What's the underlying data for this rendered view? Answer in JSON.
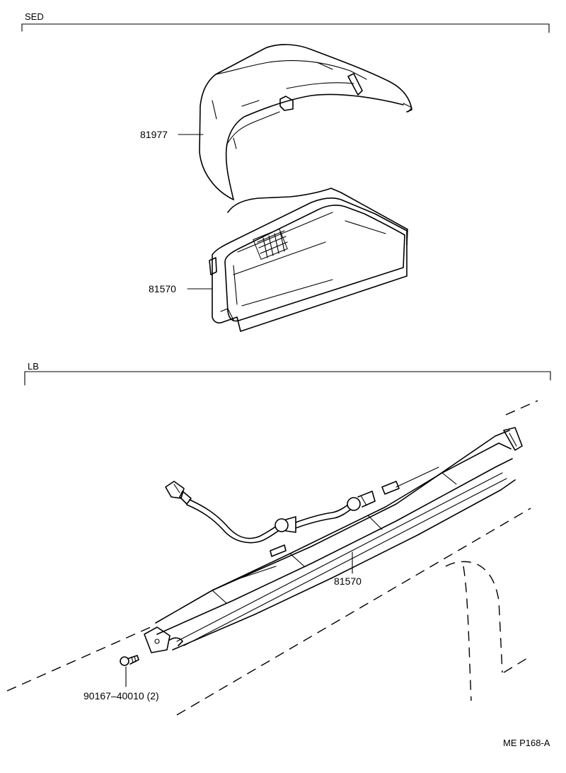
{
  "sections": {
    "sed": "SED",
    "lb": "LB"
  },
  "parts": {
    "cover_sed": "81977",
    "lamp_sed": "81570",
    "lamp_lb": "81570",
    "screw_lb": "90167–40010 (2)"
  },
  "drawing_code": "ME P168-A"
}
